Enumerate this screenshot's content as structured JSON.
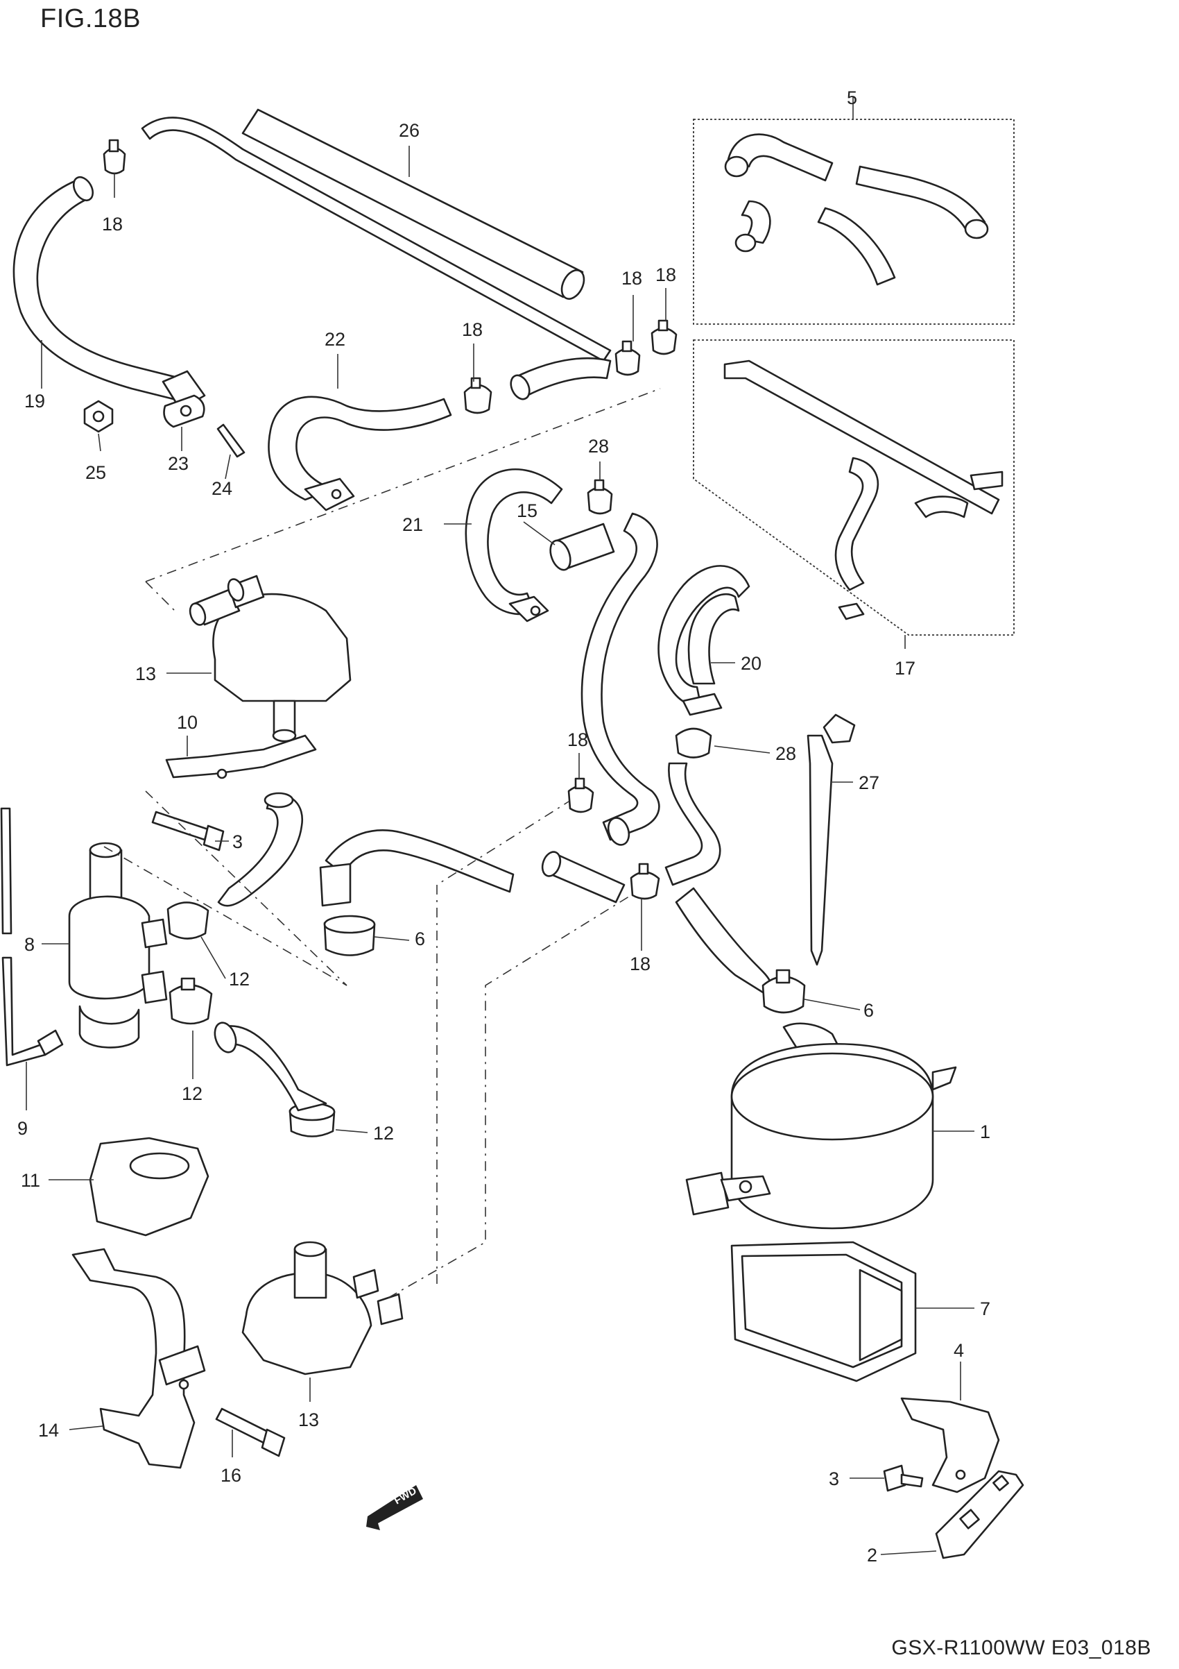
{
  "figure": {
    "title": "FIG.18B",
    "code": "GSX-R1100WW  E03_018B",
    "fwd_label": "FWD"
  },
  "callouts": {
    "c1": "1",
    "c2": "2",
    "c3a": "3",
    "c3b": "3",
    "c4": "4",
    "c5": "5",
    "c6a": "6",
    "c6b": "6",
    "c7": "7",
    "c8": "8",
    "c9": "9",
    "c10": "10",
    "c11": "11",
    "c12a": "12",
    "c12b": "12",
    "c12c": "12",
    "c13a": "13",
    "c13b": "13",
    "c14": "14",
    "c15": "15",
    "c16": "16",
    "c17": "17",
    "c18a": "18",
    "c18b": "18",
    "c18c": "18",
    "c18d": "18",
    "c18e": "18",
    "c18f": "18",
    "c19": "19",
    "c20": "20",
    "c21": "21",
    "c22": "22",
    "c23": "23",
    "c24": "24",
    "c25": "25",
    "c26": "26",
    "c27": "27",
    "c28a": "28",
    "c28b": "28"
  }
}
